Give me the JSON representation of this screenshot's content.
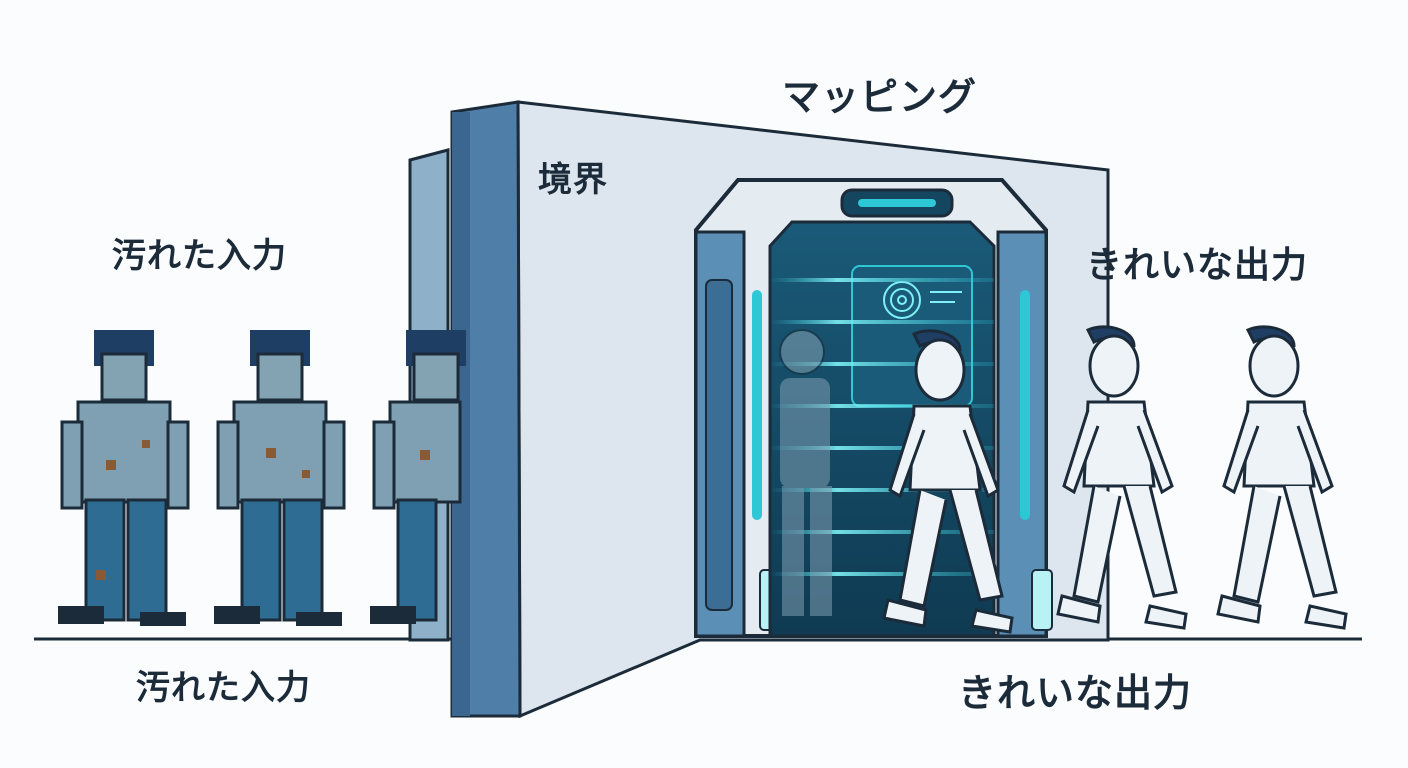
{
  "labels": {
    "dirty_input_top": "汚れた入力",
    "dirty_input_bottom": "汚れた入力",
    "boundary": "境界",
    "mapping": "マッピング",
    "clean_output_top": "きれいな出力",
    "clean_output_bottom": "きれいな出力"
  },
  "colors": {
    "outline": "#1c2b3a",
    "wall_front": "#dde6ee",
    "wall_side": "#4f7fa8",
    "wall_side_dark": "#3b6690",
    "portal_frame": "#e4ebf1",
    "portal_accent": "#2ec7d6",
    "portal_inner": "#14465f",
    "dirty_shirt": "#7f9fb3",
    "dirty_pants": "#2f6c93",
    "dirty_skin": "#84a3b2",
    "dirt_spot": "#8a5a34",
    "clean_figure": "#eef3f7",
    "hair": "#1f3e63"
  },
  "icons": [
    "pixel-person-icon",
    "clean-person-icon",
    "portal-gate-icon",
    "fingerprint-icon"
  ]
}
